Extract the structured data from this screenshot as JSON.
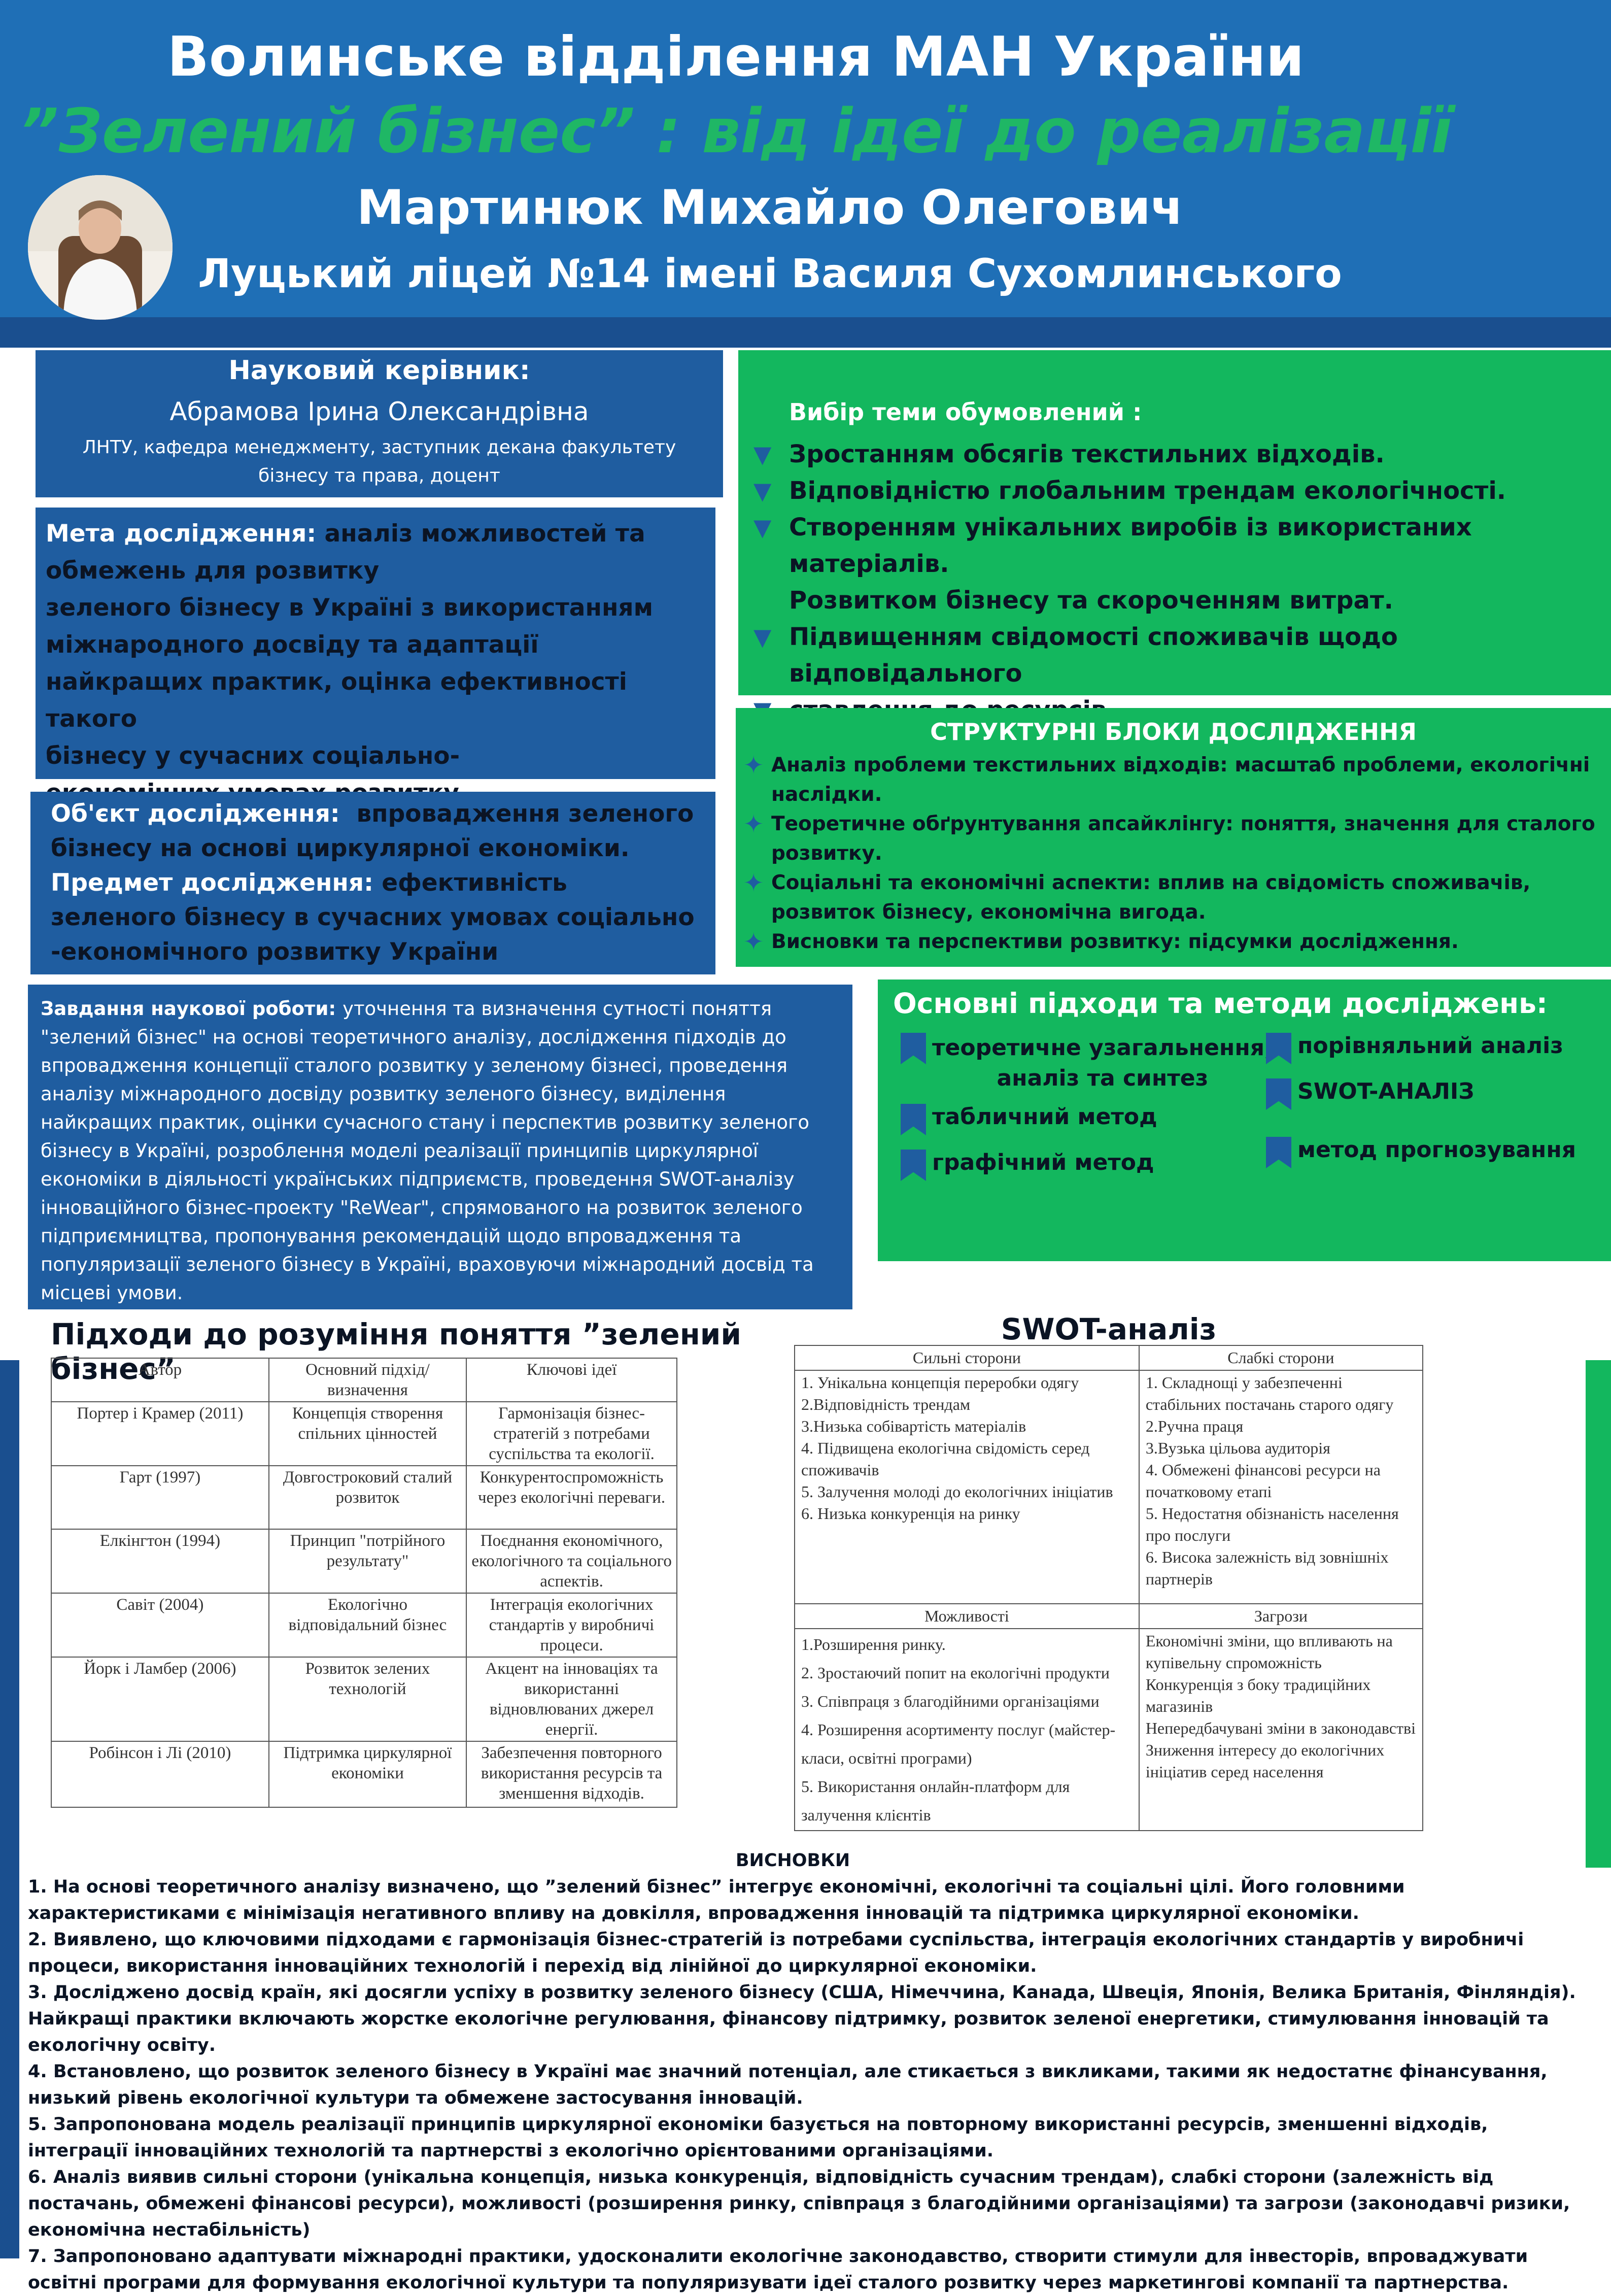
{
  "header": {
    "org": "Волинське відділення МАН України",
    "topic": "”Зелений бізнес” : від ідеї до реалізації",
    "author": "Мартинюк Михайло Олегович",
    "school": "Луцький ліцей №14 імені Василя Сухомлинського"
  },
  "supervisor": {
    "title": "Науковий керівник:",
    "name": "Абрамова Ірина Олександрівна",
    "desc_line1": "ЛНТУ, кафедра менеджменту, заступник декана факультету",
    "desc_line2": "бізнесу та права, доцент"
  },
  "aim": {
    "label": "Мета дослідження:",
    "lines": [
      "аналіз можливостей та",
      "обмежень для розвитку",
      "зеленого бізнесу в Україні з використанням",
      "міжнародного досвіду та адаптації",
      "найкращих практик, оцінка ефективності такого",
      "бізнесу у сучасних соціально-",
      "економічних умовах розвитку."
    ]
  },
  "object": {
    "object_label": "Об'єкт дослідження:",
    "object_text": "впровадження зеленого бізнесу на основі циркулярної економіки.",
    "subject_label": "Предмет дослідження:",
    "subject_text": "ефективність зеленого бізнесу в сучасних умовах соціально -економічного розвитку України"
  },
  "tasks": {
    "label": "Завдання наукової роботи:",
    "text": "уточнення та визначення сутності поняття \"зелений бізнес\" на основі теоретичного аналізу, дослідження підходів до впровадження концепції сталого розвитку у зеленому бізнесі, проведення аналізу міжнародного досвіду розвитку зеленого бізнесу, виділення найкращих практик, оцінки сучасного стану і перспектив розвитку зеленого бізнесу в Україні, розроблення моделі реалізації принципів циркулярної економіки в діяльності українських підприємств, проведення SWOT-аналізу інноваційного бізнес-проекту \"ReWear\", спрямованого на розвиток зеленого підприємництва, пропонування рекомендацій щодо впровадження та популяризації зеленого бізнесу в Україні, враховуючи міжнародний досвід та місцеві умови."
  },
  "topic_choice": {
    "title": "Вибір теми обумовлений :",
    "items": [
      "Зростанням обсягів текстильних відходів.",
      "Відповідністю глобальним трендам екологічності.",
      "Створенням унікальних виробів із використаних матеріалів.",
      "Розвитком бізнесу та скороченням витрат.",
      "Підвищенням свідомості споживачів щодо відповідального",
      "ставлення до ресурсів."
    ]
  },
  "blocks": {
    "title": "СТРУКТУРНІ БЛОКИ ДОСЛІДЖЕННЯ",
    "items": [
      "Аналіз проблеми текстильних відходів: масштаб проблеми, екологічні наслідки.",
      "Теоретичне обґрунтування апсайклінгу: поняття, значення для сталого розвитку.",
      "Соціальні та економічні аспекти: вплив на свідомість споживачів, розвиток бізнесу, економічна вигода.",
      "Висновки та перспективи розвитку: підсумки дослідження."
    ]
  },
  "methods": {
    "title": "Основні підходи та методи досліджень:",
    "left": [
      "теоретичне узагальнення,",
      "аналіз та синтез",
      "табличний метод",
      "графічний метод"
    ],
    "right": [
      "порівняльний аналіз",
      "SWOT-АНАЛІЗ",
      "метод прогнозування"
    ]
  },
  "approaches": {
    "title": "Підходи до розуміння поняття  ”зелений бізнес”",
    "headers": [
      "Автор",
      "Основний підхід/визначення",
      "Ключові ідеї"
    ],
    "rows": [
      [
        "Портер і Крамер (2011)",
        "Концепція створення спільних цінностей",
        "Гармонізація бізнес-стратегій з потребами суспільства та екології."
      ],
      [
        "Гарт (1997)",
        "Довгостроковий сталий розвиток",
        "Конкурентоспроможність через екологічні переваги."
      ],
      [
        "Елкінгтон (1994)",
        "Принцип \"потрійного результату\"",
        "Поєднання економічного, екологічного та соціального аспектів."
      ],
      [
        "Савіт (2004)",
        "Екологічно відповідальний бізнес",
        "Інтеграція екологічних стандартів у виробничі процеси."
      ],
      [
        "Йорк і Ламбер (2006)",
        "Розвиток зелених технологій",
        "Акцент на інноваціях та використанні відновлюваних джерел енергії."
      ],
      [
        "Робінсон і Лі (2010)",
        "Підтримка циркулярної економіки",
        "Забезпечення повторного використання ресурсів та зменшення відходів."
      ]
    ]
  },
  "swot": {
    "title": "SWOT-аналіз",
    "strengths_title": "Сильні сторони",
    "weaknesses_title": "Слабкі сторони",
    "opportunities_title": "Можливості",
    "threats_title": "Загрози",
    "strengths": [
      "1. Унікальна концепція переробки одягу",
      "2.Відповідність трендам",
      "3.Низька собівартість матеріалів",
      "4. Підвищена екологічна свідомість серед споживачів",
      "5. Залучення молоді до екологічних ініціатив",
      "6. Низька конкуренція на ринку"
    ],
    "weaknesses": [
      "1. Складнощі у забезпеченні стабільних постачань старого одягу",
      "2.Ручна праця",
      "3.Вузька цільова аудиторія",
      "4. Обмежені фінансові ресурси на початковому етапі",
      "5. Недостатня обізнаність населення про послуги",
      "6. Висока залежність від зовнішніх партнерів"
    ],
    "opportunities": [
      "1.Розширення ринку.",
      "2. Зростаючий попит на екологічні продукти",
      "3. Співпраця з благодійними організаціями",
      "4. Розширення асортименту послуг (майстер-класи, освітні програми)",
      "5. Використання онлайн-платформ для залучення клієнтів"
    ],
    "threats": [
      "Економічні зміни, що впливають на купівельну спроможність",
      "Конкуренція з боку традиційних магазинів",
      "Непередбачувані зміни в законодавстві",
      "Зниження інтересу до екологічних ініціатив серед населення"
    ]
  },
  "conclusions": {
    "title": "ВИСНОВКИ",
    "items": [
      "1.  На основі теоретичного аналізу визначено, що  ”зелений бізнес”  інтегрує економічні, екологічні та соціальні цілі. Його головними характеристиками є мінімізація негативного впливу на довкілля, впровадження інновацій та підтримка циркулярної економіки.",
      "2. Виявлено, що ключовими підходами є гармонізація бізнес-стратегій із потребами суспільства, інтеграція екологічних стандартів у виробничі процеси, використання інноваційних технологій і перехід від лінійної до циркулярної економіки.",
      "3. Досліджено досвід країн, які досягли успіху в розвитку зеленого бізнесу (США, Німеччина, Канада, Швеція, Японія, Велика Британія, Фінляндія). Найкращі практики включають жорстке екологічне регулювання, фінансову підтримку, розвиток зеленої енергетики, стимулювання інновацій та екологічну освіту.",
      "4. Встановлено, що розвиток зеленого бізнесу в Україні має значний потенціал, але стикається з викликами, такими як недостатнє фінансування, низький рівень екологічної культури та обмежене застосування інновацій.",
      "5. Запропонована модель реалізації принципів циркулярної економіки базується на повторному використанні ресурсів, зменшенні відходів, інтеграції інноваційних технологій та партнерстві з екологічно орієнтованими організаціями.",
      "6.  Аналіз виявив сильні сторони (унікальна концепція, низька конкуренція, відповідність сучасним трендам), слабкі сторони (залежність від постачань, обмежені фінансові ресурси), можливості (розширення ринку, співпраця з благодійними організаціями) та загрози (законодавчі ризики, економічна нестабільність)",
      "7. Запропоновано адаптувати міжнародні практики, удосконалити екологічне законодавство, створити стимули для інвесторів, впроваджувати освітні програми для формування екологічної культури та популяризувати ідеї сталого розвитку через маркетингові компанії та партнерства."
    ]
  },
  "colors": {
    "blue": "#1f5da0",
    "header_blue": "#1f6fb6",
    "green": "#13b75e"
  }
}
